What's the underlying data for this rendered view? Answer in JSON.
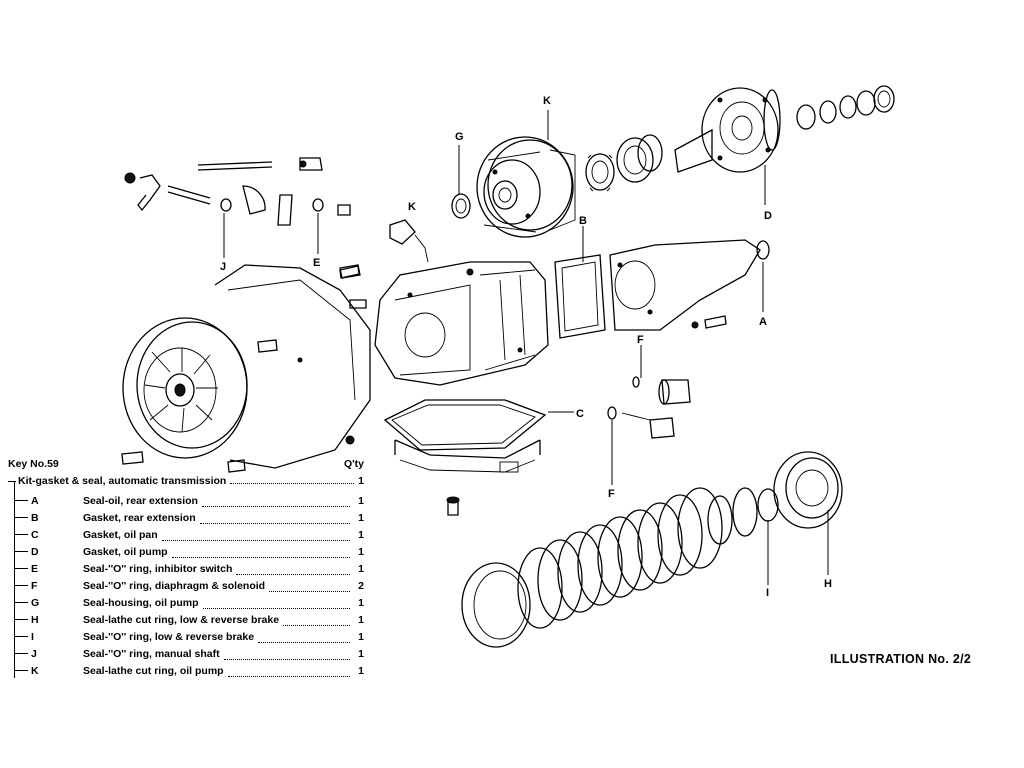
{
  "key_block": {
    "title": "Key No.59",
    "qty_header": "Q'ty",
    "kit": {
      "description": "Kit-gasket & seal, automatic transmission",
      "qty": "1"
    },
    "items": [
      {
        "key": "A",
        "description": "Seal-oil, rear extension",
        "qty": "1"
      },
      {
        "key": "B",
        "description": "Gasket, rear extension",
        "qty": "1"
      },
      {
        "key": "C",
        "description": "Gasket, oil pan",
        "qty": "1"
      },
      {
        "key": "D",
        "description": "Gasket, oil pump",
        "qty": "1"
      },
      {
        "key": "E",
        "description": "Seal-''O'' ring, inhibitor switch",
        "qty": "1"
      },
      {
        "key": "F",
        "description": "Seal-''O'' ring, diaphragm & solenoid",
        "qty": "2"
      },
      {
        "key": "G",
        "description": "Seal-housing, oil pump",
        "qty": "1"
      },
      {
        "key": "H",
        "description": "Seal-lathe cut ring, low & reverse brake",
        "qty": "1"
      },
      {
        "key": "I",
        "description": "Seal-''O'' ring, low & reverse brake",
        "qty": "1"
      },
      {
        "key": "J",
        "description": "Seal-''O'' ring, manual shaft",
        "qty": "1"
      },
      {
        "key": "K",
        "description": "Seal-lathe cut ring, oil pump",
        "qty": "1"
      }
    ]
  },
  "callouts": {
    "K_top": "K",
    "G": "G",
    "D": "D",
    "B": "B",
    "A": "A",
    "K_mid": "K",
    "J": "J",
    "E": "E",
    "F_upper": "F",
    "C": "C",
    "F_lower": "F",
    "I": "I",
    "H": "H"
  },
  "illustration_label": "ILLUSTRATION No. 2/2"
}
